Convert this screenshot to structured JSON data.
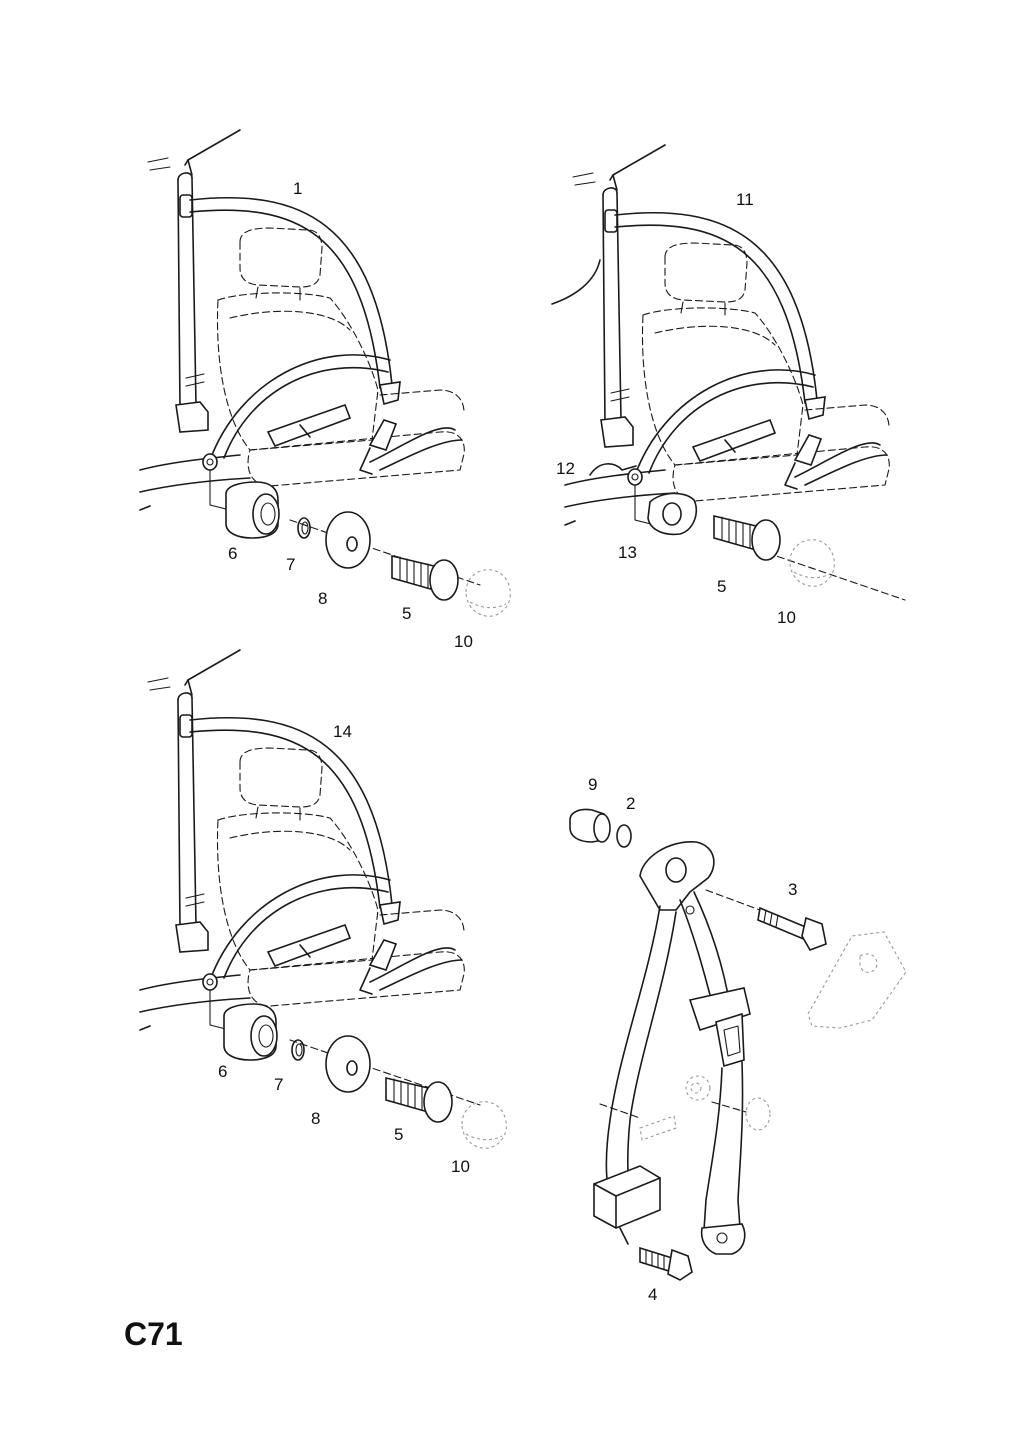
{
  "page_code": "C71",
  "labels": {
    "a1": "1",
    "a6": "6",
    "a7": "7",
    "a8": "8",
    "a5": "5",
    "a10": "10",
    "b11": "11",
    "b12": "12",
    "b13": "13",
    "b5": "5",
    "b10": "10",
    "c14": "14",
    "c6": "6",
    "c7": "7",
    "c8": "8",
    "c5": "5",
    "c10": "10",
    "d9": "9",
    "d2": "2",
    "d3": "3",
    "d4": "4"
  }
}
